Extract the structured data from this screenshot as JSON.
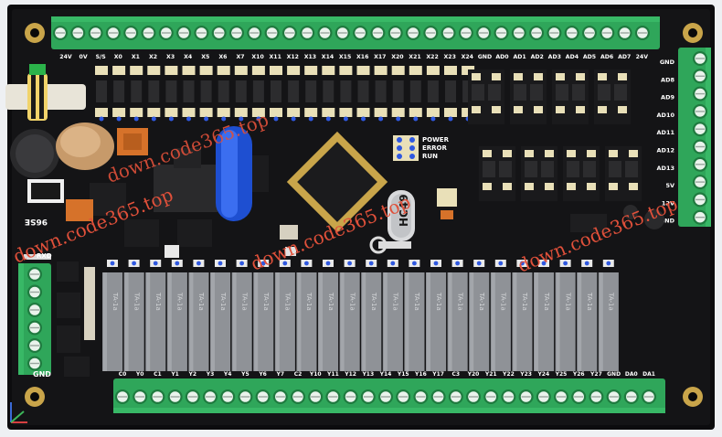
{
  "board": {
    "top_labels": [
      "24V",
      "0V",
      "S/S",
      "X0",
      "X1",
      "X2",
      "X3",
      "X4",
      "X5",
      "X6",
      "X7",
      "X10",
      "X11",
      "X12",
      "X13",
      "X14",
      "X15",
      "X16",
      "X17",
      "X20",
      "X21",
      "X22",
      "X23",
      "X24",
      "GND",
      "AD0",
      "AD1",
      "AD2",
      "AD3",
      "AD4",
      "AD5",
      "AD6",
      "AD7",
      "24V"
    ],
    "right_labels": [
      "GND",
      "AD8",
      "AD9",
      "AD10",
      "AD11",
      "AD12",
      "AD13",
      "5V",
      "12V",
      "GND"
    ],
    "bottom_labels": [
      "C0",
      "Y0",
      "C1",
      "Y1",
      "Y2",
      "Y3",
      "Y4",
      "Y5",
      "Y6",
      "Y7",
      "C2",
      "Y10",
      "Y11",
      "Y12",
      "Y13",
      "Y14",
      "Y15",
      "Y16",
      "Y17",
      "C3",
      "Y20",
      "Y21",
      "Y22",
      "Y23",
      "Y24",
      "Y25",
      "Y26",
      "Y27",
      "GND",
      "DA0",
      "DA1"
    ],
    "status_labels": [
      "POWER",
      "ERROR",
      "RUN"
    ],
    "left_labels": [
      "RXD"
    ],
    "left_edge_label": "GND",
    "chip_labels": {
      "crystal": "HC49",
      "relay": "TA-1a"
    },
    "relay_count": 24,
    "watermarks": [
      "down.code365.top",
      "down.code365.top",
      "down.code365.top",
      "down.code365.top"
    ]
  },
  "colors": {
    "pcb": "#121214",
    "terminal": "#2fa65a",
    "terminal_dark": "#1f7a3f",
    "relay": "#8f9297",
    "watermark": "#e0503a"
  }
}
